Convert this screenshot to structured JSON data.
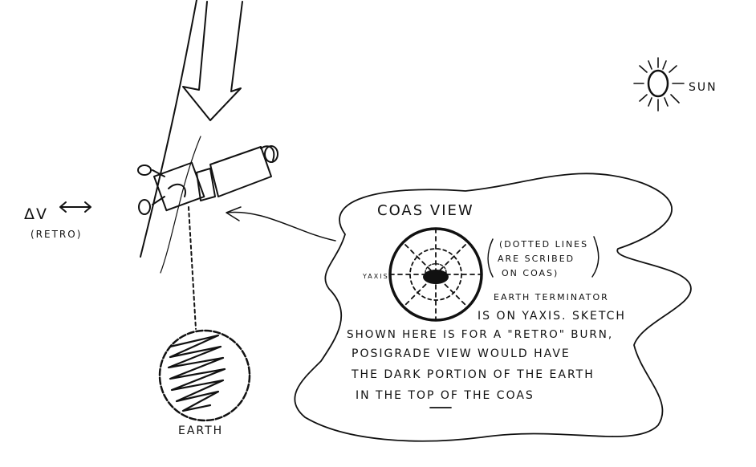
{
  "sun": {
    "label": "SUN"
  },
  "delta_v": {
    "label": "ΔV",
    "note": "(RETRO)"
  },
  "earth": {
    "label": "EARTH"
  },
  "coas": {
    "title": "COAS VIEW",
    "y_axis_label": "YAXIS",
    "dotted_note": [
      "(DOTTED LINES",
      "ARE SCRIBED",
      "ON COAS)"
    ],
    "description": [
      "EARTH TERMINATOR",
      "IS ON YAXIS. SKETCH",
      "SHOWN HERE IS FOR A \"RETRO\" BURN,",
      "POSIGRADE VIEW WOULD HAVE",
      "THE DARK PORTION OF THE EARTH",
      "IN THE TOP OF THE COAS"
    ]
  },
  "colors": {
    "ink": "#111111",
    "paper": "#ffffff"
  }
}
